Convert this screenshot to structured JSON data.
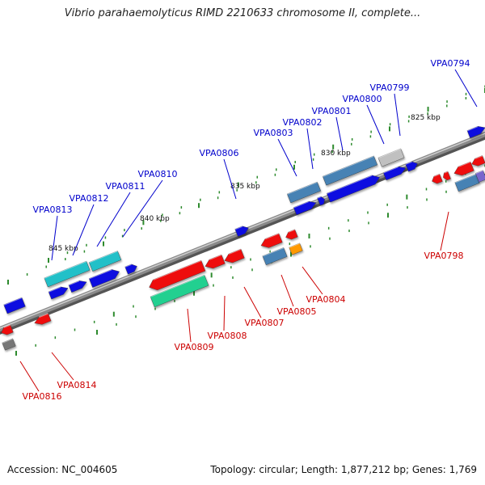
{
  "title": "Vibrio parahaemolyticus RIMD 2210633 chromosome II, complete...",
  "footer": {
    "accession": "Accession: NC_004605",
    "stats": "Topology: circular; Length: 1,877,212 bp; Genes: 1,769"
  },
  "colors": {
    "backbone": "#8a8a8a",
    "forward_label": "#0000cc",
    "reverse_label": "#cc0000",
    "tick_mark": "#2e8b2e",
    "gene_blue": "#1010e0",
    "gene_red": "#ee1111",
    "gene_steel": "#4682b4",
    "gene_cyan": "#20c0c8",
    "gene_green": "#20d090",
    "gene_grey": "#c0c0c0",
    "gene_orange": "#ff9900",
    "gene_purple": "#7766cc"
  },
  "scale_labels": [
    "825 kbp",
    "830 kbp",
    "835 kbp",
    "840 kbp",
    "845 kbp"
  ],
  "forward_genes": [
    "VPA0794",
    "VPA0799",
    "VPA0800",
    "VPA0801",
    "VPA0802",
    "VPA0803",
    "VPA0806",
    "VPA0810",
    "VPA0811",
    "VPA0812",
    "VPA0813"
  ],
  "reverse_genes": [
    "VPA0798",
    "VPA0804",
    "VPA0805",
    "VPA0807",
    "VPA0808",
    "VPA0809",
    "VPA0814",
    "VPA0816"
  ]
}
